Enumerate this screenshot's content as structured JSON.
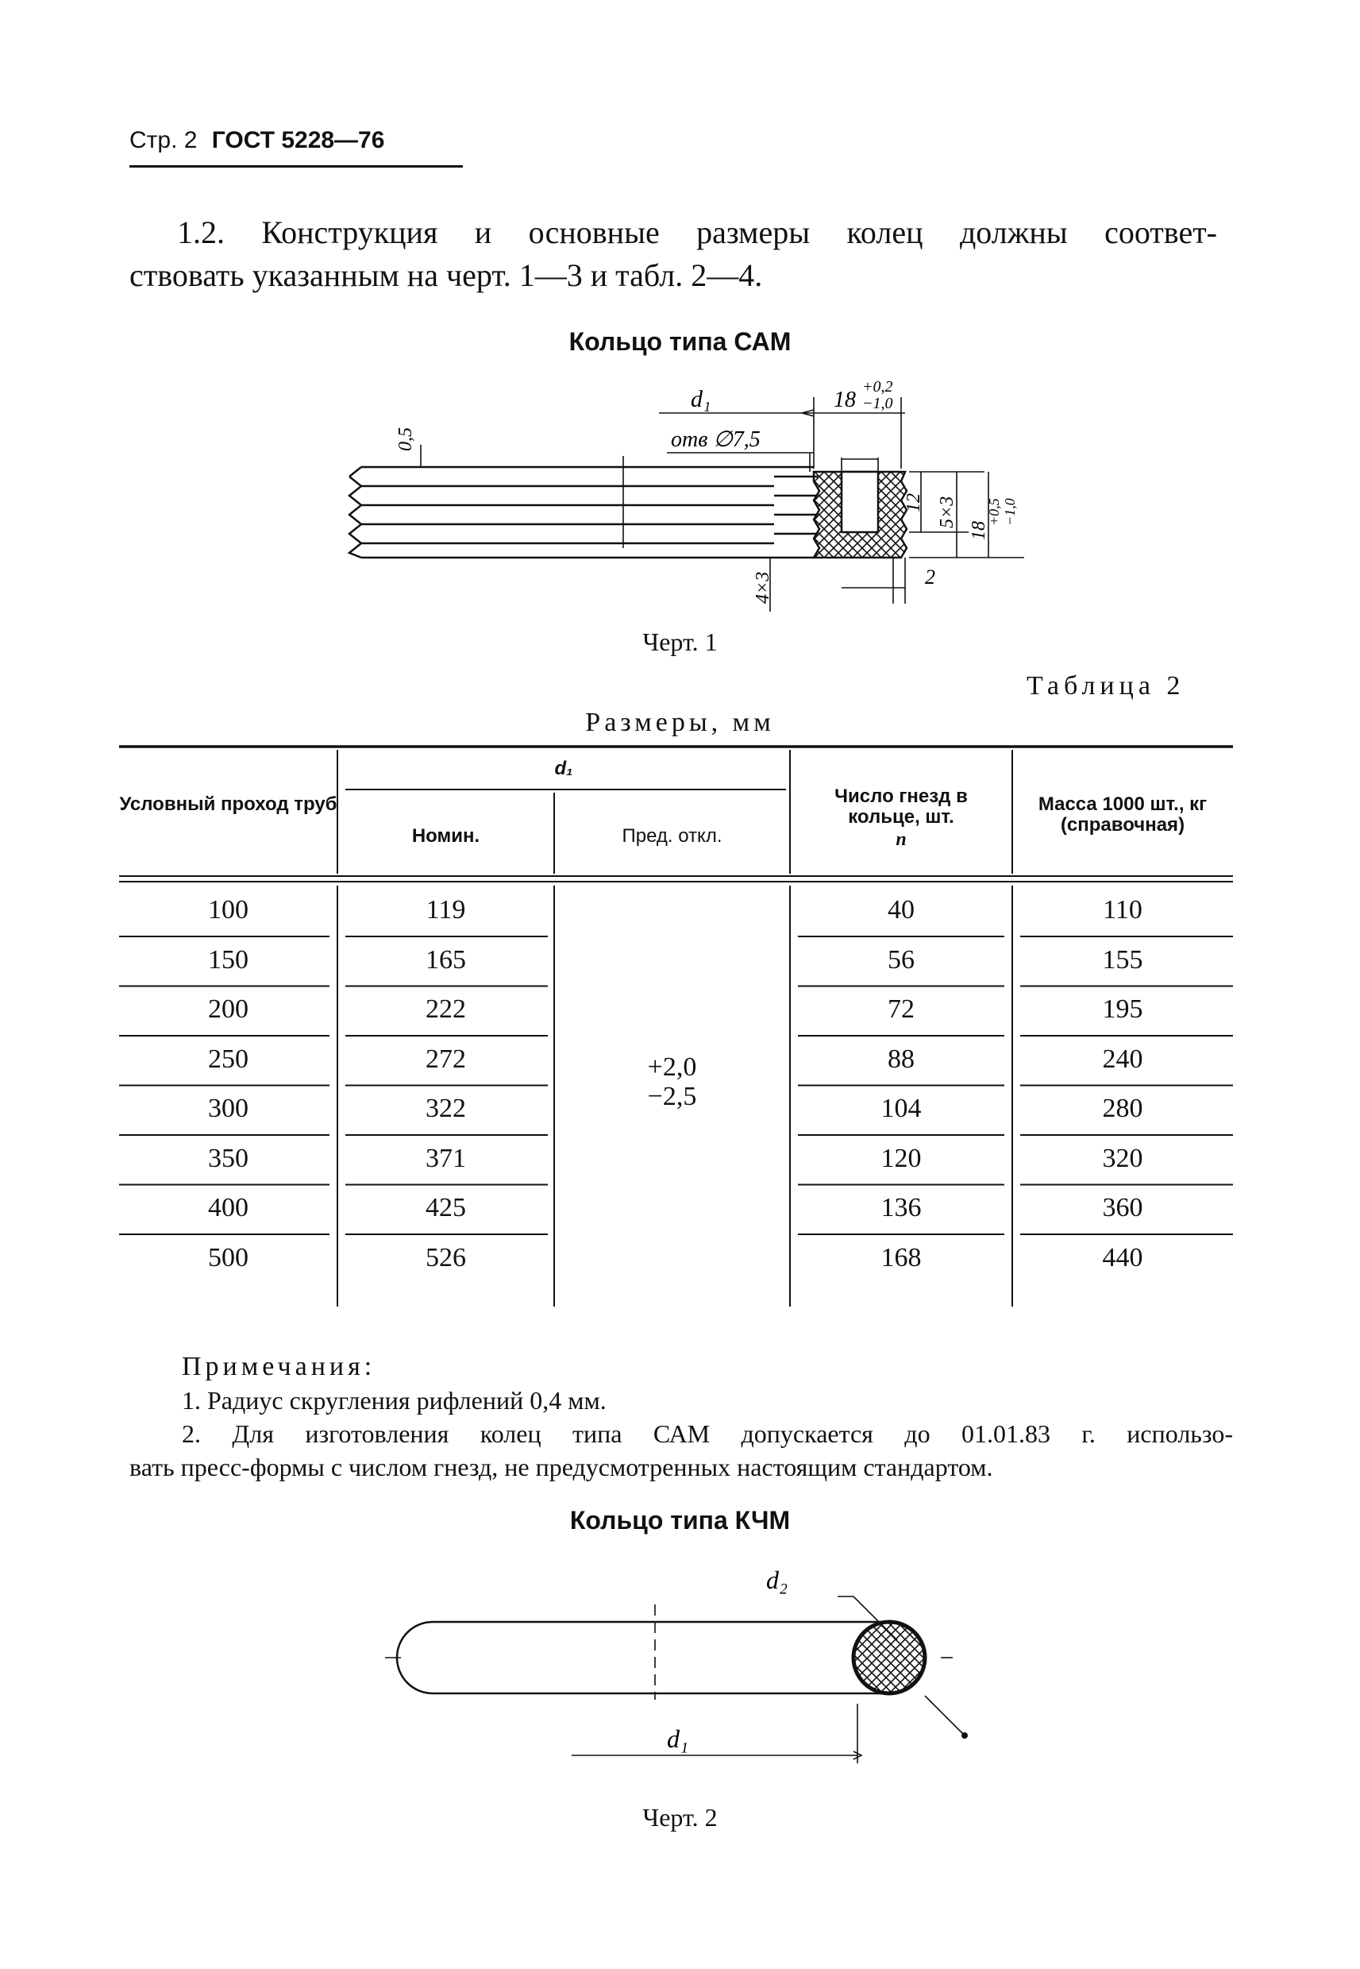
{
  "header": {
    "page": "Стр. 2",
    "gost": "ГОСТ 5228—76"
  },
  "intro": {
    "line1": "1.2. Конструкция и основные размеры колец должны соответ-",
    "line2": "ствовать указанным на черт. 1—3 и табл. 2—4."
  },
  "sam": {
    "title": "Кольцо типа САМ",
    "labels": {
      "d1": "d₁",
      "tol": "18",
      "tol_up": "+0,2",
      "tol_dn": "−1,0",
      "hole": "отв ∅7,5",
      "dim05": "0,5",
      "dim12": "12",
      "dim5x3": "5×3",
      "dim18": "18",
      "dim18_up": "+0,5",
      "dim18_dn": "−1,0",
      "dim4x3": "4×3",
      "dim2": "2"
    },
    "caption": "Черт. 1"
  },
  "table": {
    "label": "Таблица 2",
    "caption": "Размеры, мм",
    "headers": {
      "passage": "Условный проход труб",
      "d1": "d₁",
      "nom": "Номин.",
      "dev": "Пред. откл.",
      "count": "Число гнезд в кольце, шт.",
      "count_sym": "n",
      "mass": "Масса 1000 шт., кг (справочная)"
    },
    "deviation": {
      "up": "+2,0",
      "down": "−2,5"
    },
    "rows": [
      {
        "passage": "100",
        "nom": "119",
        "count": "40",
        "mass": "110"
      },
      {
        "passage": "150",
        "nom": "165",
        "count": "56",
        "mass": "155"
      },
      {
        "passage": "200",
        "nom": "222",
        "count": "72",
        "mass": "195"
      },
      {
        "passage": "250",
        "nom": "272",
        "count": "88",
        "mass": "240"
      },
      {
        "passage": "300",
        "nom": "322",
        "count": "104",
        "mass": "280"
      },
      {
        "passage": "350",
        "nom": "371",
        "count": "120",
        "mass": "320"
      },
      {
        "passage": "400",
        "nom": "425",
        "count": "136",
        "mass": "360"
      },
      {
        "passage": "500",
        "nom": "526",
        "count": "168",
        "mass": "440"
      }
    ]
  },
  "notes": {
    "head": "Примечания:",
    "n1": "1. Радиус скругления рифлений 0,4 мм.",
    "n2a": "2. Для изготовления колец типа САМ допускается до 01.01.83 г. использо-",
    "n2b": "вать пресс-формы с числом гнезд, не предусмотренных настоящим стандартом."
  },
  "kchm": {
    "title": "Кольцо типа КЧМ",
    "labels": {
      "d1": "d₁",
      "d2": "d₂"
    },
    "caption": "Черт. 2"
  }
}
